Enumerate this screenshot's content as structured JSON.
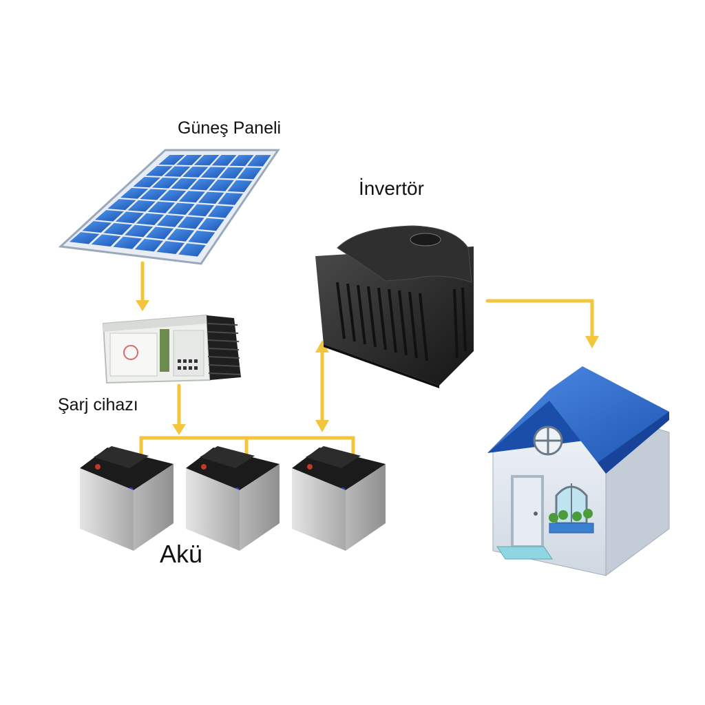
{
  "labels": {
    "solar_panel": "Güneş Paneli",
    "inverter": "İnvertör",
    "charge_controller": "Şarj cihazı",
    "battery": "Akü"
  },
  "colors": {
    "wire": "#f2c53d",
    "panel_cell": "#2a6fd6",
    "roof": "#2e6fd0",
    "battery_top": "#1b1b1b",
    "battery_body": "#c9c9c9",
    "inverter_body": "#2a2a2a"
  },
  "components": [
    "solar-panel",
    "charge-controller",
    "battery",
    "battery",
    "battery",
    "inverter",
    "house"
  ]
}
